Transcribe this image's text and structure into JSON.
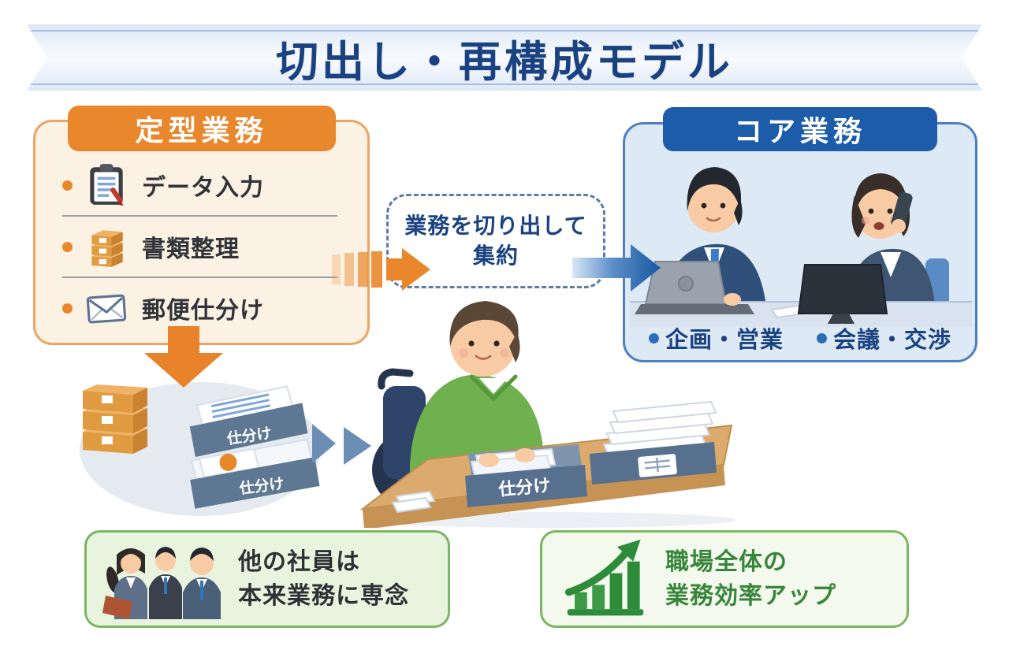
{
  "title": "切出し・再構成モデル",
  "routine_box": {
    "header": "定型業務",
    "items": [
      {
        "label": "データ入力",
        "icon": "clipboard-icon"
      },
      {
        "label": "書類整理",
        "icon": "document-stack-icon"
      },
      {
        "label": "郵便仕分け",
        "icon": "envelope-icon"
      }
    ]
  },
  "process_note": {
    "line1": "業務を切り出して",
    "line2": "集約"
  },
  "core_box": {
    "header": "コア業務",
    "bullets": [
      {
        "label": "企画・営業"
      },
      {
        "label": "会議・交渉"
      }
    ]
  },
  "labels": {
    "tray_upper": "仕分け",
    "tray_lower": "仕分け",
    "desk_box": "仕分け"
  },
  "benefits": {
    "left": {
      "line1": "他の社員は",
      "line2": "本来業務に専念"
    },
    "right": {
      "line1": "職場全体の",
      "line2": "業務効率アップ"
    }
  },
  "colors": {
    "title_navy": "#1B4280",
    "orange": "#E8872B",
    "routine_bg": "#FCF2E4",
    "routine_border": "#ECA566",
    "core_header_blue": "#1C5CA9",
    "core_bg": "#DEE9F6",
    "core_border": "#4E7EC0",
    "dashed_border": "#5B7CA8",
    "green_border": "#7CB564",
    "benefit_left_bg": "#E9F4DF",
    "benefit_right_bg": "#F3F9EC",
    "green_text": "#38853C",
    "dark_text": "#303338"
  }
}
